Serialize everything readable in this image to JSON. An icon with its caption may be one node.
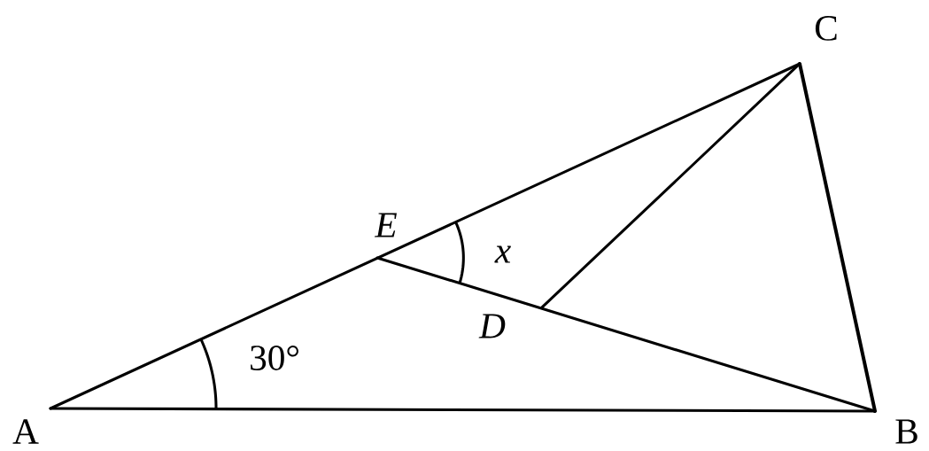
{
  "diagram": {
    "labels": [
      "C",
      "E",
      "x",
      "D",
      "30°",
      "A",
      "B"
    ]
  }
}
